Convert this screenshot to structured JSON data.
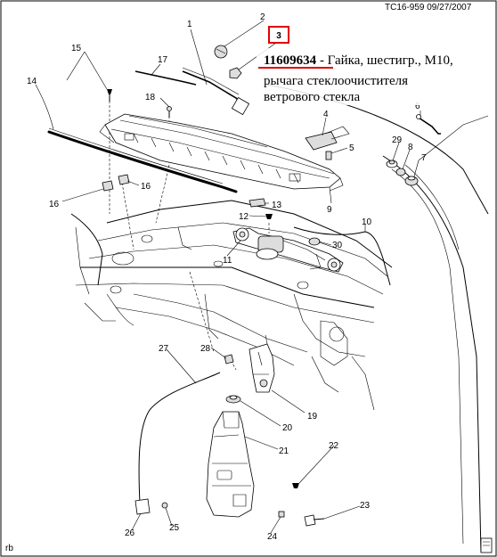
{
  "header": {
    "drawing_id": "TC16-959 09/27/2007"
  },
  "footer": {
    "corner_tag": "rb"
  },
  "highlight": {
    "callout": "3",
    "part_number": "11609634",
    "desc_line1": " - Гайка, шестигр., М10,",
    "desc_line2": "рычага стеклоочистителя",
    "desc_line3": "ветрового стекла",
    "accent_color": "#e00000"
  },
  "callouts": [
    "1",
    "2",
    "4",
    "5",
    "6",
    "7",
    "8",
    "9",
    "10",
    "11",
    "12",
    "13",
    "14",
    "15",
    "16",
    "16",
    "17",
    "18",
    "19",
    "20",
    "21",
    "22",
    "23",
    "24",
    "25",
    "26",
    "27",
    "28",
    "29",
    "30"
  ]
}
